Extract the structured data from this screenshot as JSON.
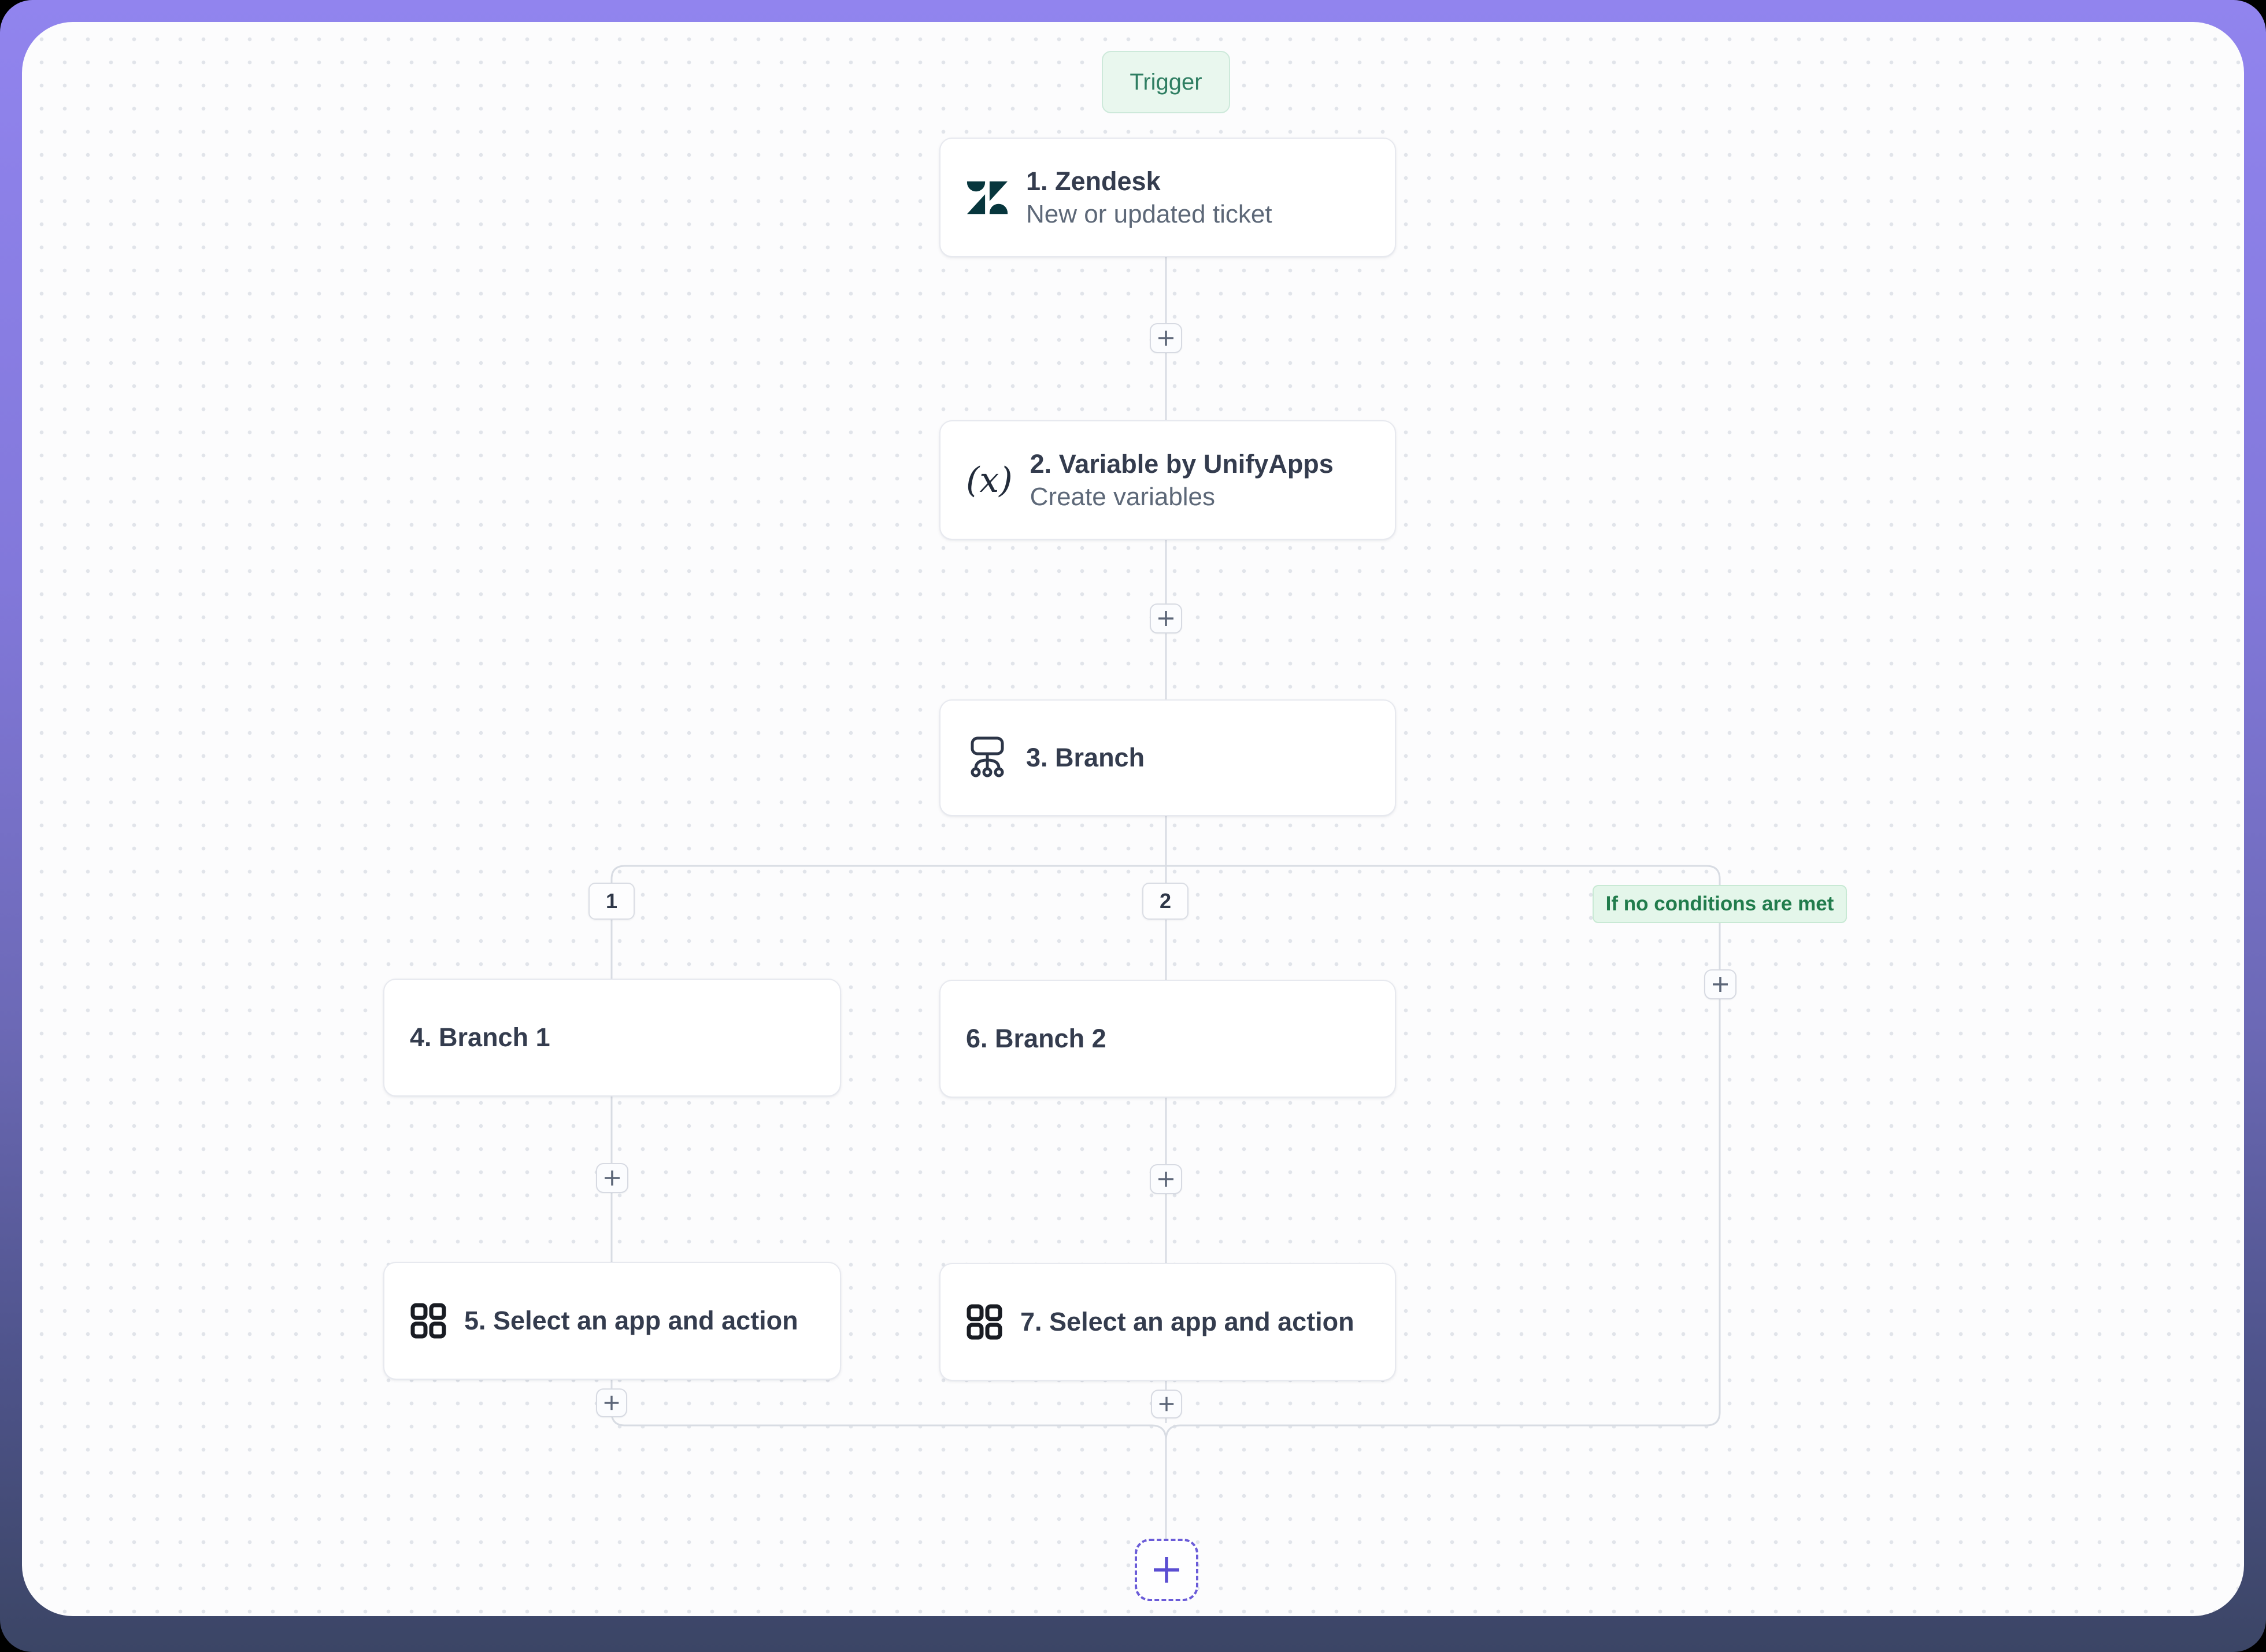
{
  "workflow": {
    "trigger_badge": "Trigger",
    "nodes": {
      "zendesk": {
        "title": "1. Zendesk",
        "subtitle": "New or updated ticket",
        "icon": "zendesk-logo"
      },
      "variable": {
        "title": "2. Variable by UnifyApps",
        "subtitle": "Create variables",
        "icon": "variable-x",
        "icon_text": "(x)"
      },
      "branch": {
        "title": "3. Branch",
        "icon": "branch-split"
      },
      "branch1": {
        "title": "4. Branch 1"
      },
      "select5": {
        "title": "5. Select an app and action",
        "icon": "app-grid"
      },
      "branch2": {
        "title": "6. Branch 2"
      },
      "select7": {
        "title": "7. Select an app and action",
        "icon": "app-grid"
      }
    },
    "branch_paths": {
      "path1_label": "1",
      "path2_label": "2",
      "fallback_label": "If no conditions are met"
    },
    "colors": {
      "frame_top": "#9184ee",
      "frame_bottom": "#3b4565",
      "canvas_bg": "#fcfcfd",
      "grid_dot": "#e1e4ea",
      "node_border": "#e7e9ef",
      "connector": "#d8dce3",
      "title_text": "#343c4e",
      "subtitle_text": "#5d6878",
      "trigger_text_green": "#2f7e62",
      "trigger_bg_green": "#e9f7ee",
      "fallback_text_green": "#217c4c",
      "fallback_bg_green": "#e4f6ea",
      "accent_purple": "#6a5bd8",
      "zendesk_teal": "#07363d"
    }
  }
}
